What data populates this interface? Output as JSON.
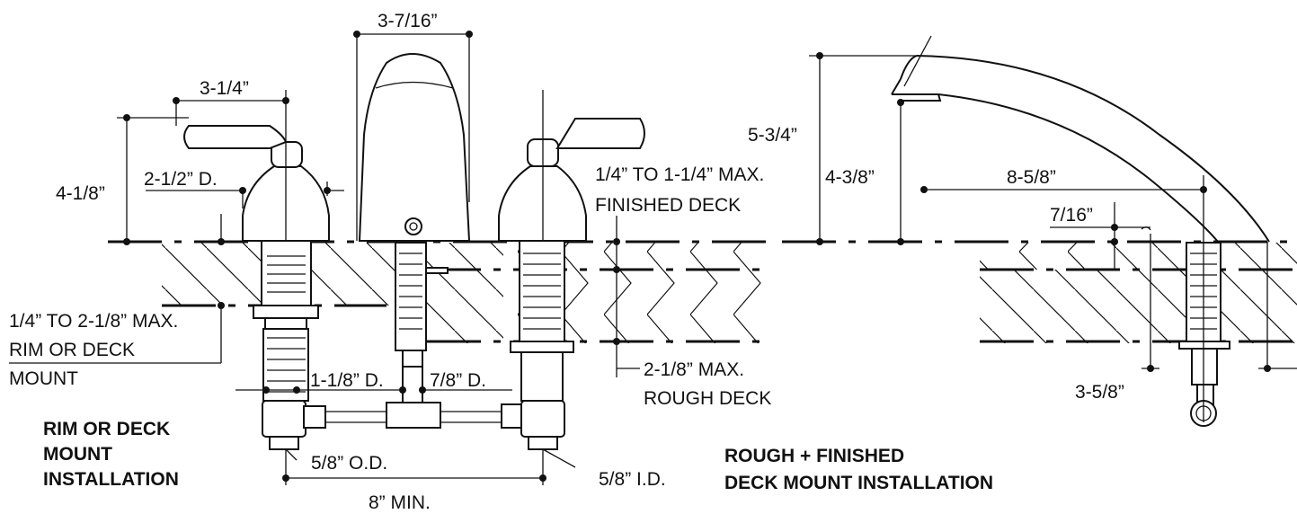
{
  "dimensions": {
    "spout_width": "3-7/16”",
    "handle_length": "3-1/4”",
    "handle_height": "4-1/8”",
    "base_diameter": "2-1/2” D.",
    "finished_deck_range_line1": "1/4” TO 1-1/4” MAX.",
    "finished_deck_range_line2": "FINISHED DECK",
    "rim_deck_range_line1": "1/4” TO 2-1/8” MAX.",
    "rim_deck_range_line2": "RIM OR DECK",
    "rim_deck_range_line3": "MOUNT",
    "hole_diameter_valve": "1-1/8” D.",
    "hole_diameter_spout": "7/8” D.",
    "rough_deck_line1": "2-1/8” MAX.",
    "rough_deck_line2": "ROUGH DECK",
    "outside_diameter": "5/8” O.D.",
    "inside_diameter": "5/8” I.D.",
    "min_spread": "8” MIN.",
    "spout_height": "5-3/4”",
    "spout_outlet_height": "4-3/8”",
    "spout_reach": "8-5/8”",
    "spout_offset": "7/16”",
    "shank_offset": "3-5/8”"
  },
  "titles": {
    "rim_line1": "RIM OR DECK",
    "rim_line2": "MOUNT",
    "rim_line3": "INSTALLATION",
    "rough_line1": "ROUGH + FINISHED",
    "rough_line2": "DECK MOUNT INSTALLATION"
  }
}
